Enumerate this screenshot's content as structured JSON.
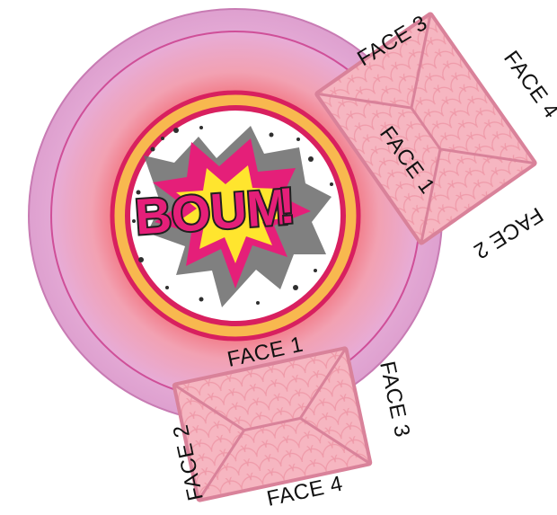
{
  "title_art": {
    "main_word": "BOUM",
    "exclamation": "!"
  },
  "box_top_right": {
    "faces": {
      "top": "FACE 3",
      "right": "FACE 4",
      "left": "FACE 1",
      "bottom": "FACE 2"
    }
  },
  "box_bottom": {
    "faces": {
      "top": "FACE 1",
      "right": "FACE 3",
      "left": "FACE 2",
      "bottom": "FACE 4"
    }
  },
  "colors": {
    "outer_ring": "#e3a6d2",
    "outer_ring_edge": "#c36aa8",
    "mid_ring": "#e55a6b",
    "inner_ring": "#f7b84e",
    "crimson_ring": "#d8205f",
    "box_fill": "#f6b3bd",
    "box_edge": "#d9829a",
    "burst_pink": "#e51f79",
    "burst_yellow": "#ffe52e"
  }
}
